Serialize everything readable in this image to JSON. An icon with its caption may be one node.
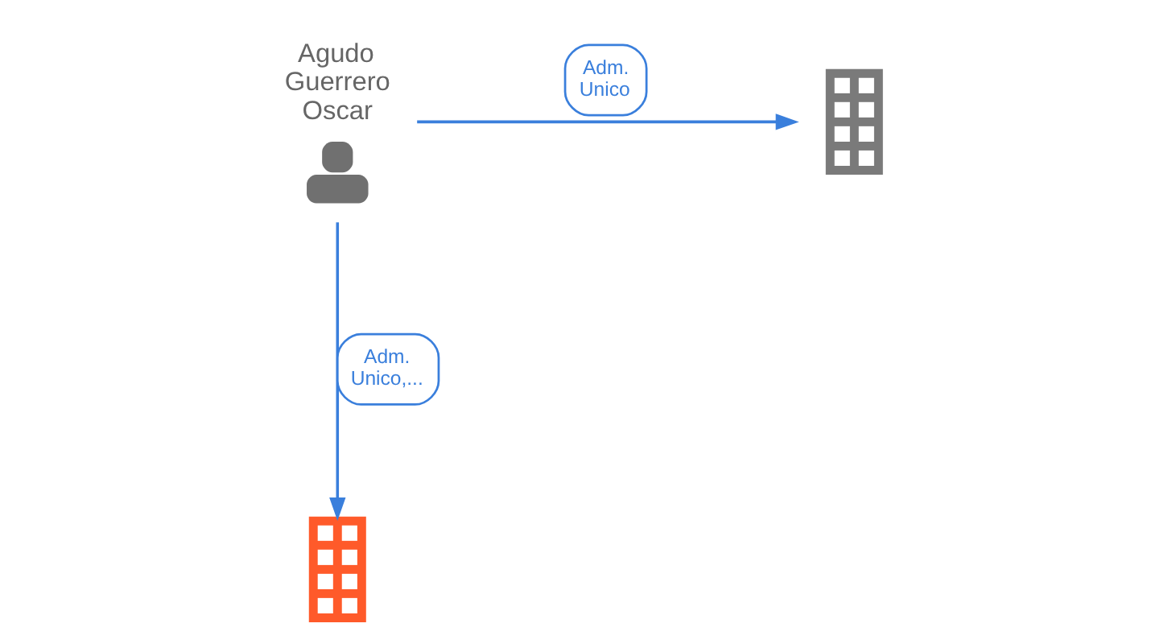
{
  "diagram": {
    "nodes": [
      {
        "text": [
          "Agudo Guerrero Oscar"
        ]
      },
      {
        "text": [],
        "shape": "building"
      },
      {
        "text": [],
        "shape": "building"
      }
    ],
    "edges": [
      {
        "from": 0,
        "to": 1,
        "arrow": "to",
        "label": "Adm. Unico"
      },
      {
        "from": 0,
        "to": 2,
        "arrow": "to",
        "label": "Adm. Unico,..."
      }
    ]
  }
}
